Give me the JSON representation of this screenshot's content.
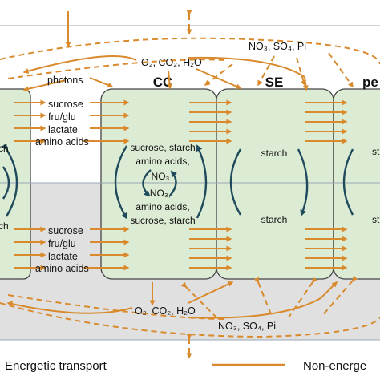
{
  "colors": {
    "arrow": "#D98A2C",
    "cell_fill": "#DCEBD3",
    "band_fill": "#E0E0E0",
    "border": "#444444",
    "cycle": "#1F4A5C"
  },
  "cells": {
    "cc_label": "CC",
    "se_label": "SE",
    "pe_label": "pe"
  },
  "labels": {
    "photons": "photons",
    "gases_top": "O₂, CO₂, H₂O",
    "ions_top": "NO₃, SO₄, Pi",
    "gases_bottom": "O₂, CO₂, H₂O",
    "ions_bottom": "NO₃, SO₄, Pi",
    "left_top": [
      "sucrose",
      "fru/glu",
      "lactate",
      "amino acids"
    ],
    "left_bottom": [
      "sucrose",
      "fru/glu",
      "lactate",
      "amino acids"
    ],
    "left_fragment_top": "ch",
    "left_fragment_bottom": "ch",
    "cc_inner": [
      "sucrose, starch",
      "amino acids,",
      "NO₃",
      "NO₃,",
      "amino acids,",
      "sucrose, starch"
    ],
    "se_top": "starch",
    "se_bottom": "starch",
    "pe_fragment_top": "st",
    "pe_fragment_bottom": "st"
  },
  "legend": {
    "energetic": "Energetic transport",
    "non_energetic": "Non-energe"
  }
}
